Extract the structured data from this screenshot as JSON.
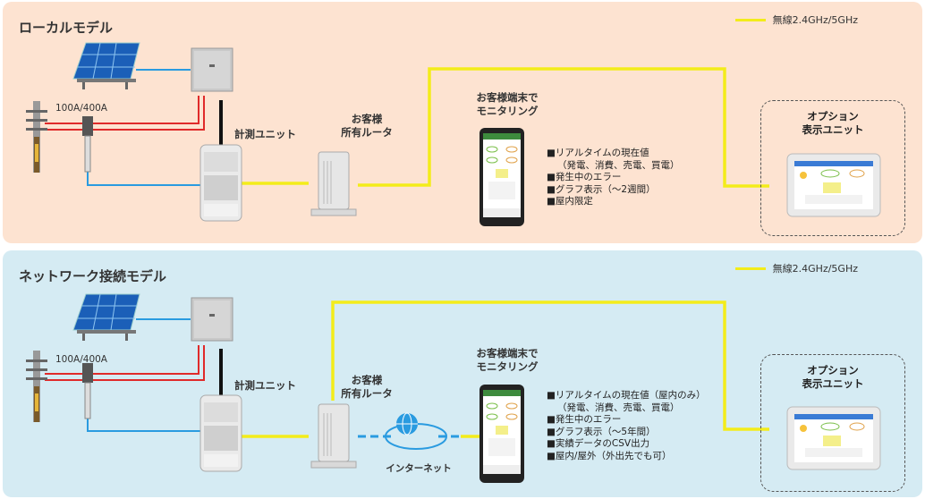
{
  "legend_label": "無線2.4GHz/5GHz",
  "colors": {
    "wireless": "#f3ec1a",
    "wired": "#2a9be0",
    "power": "#e02a2a",
    "signal": "#111111"
  },
  "local_model": {
    "title": "ローカルモデル",
    "breaker_label": "100A/400A",
    "measurement_unit_label": "計測ユニット",
    "router_label_1": "お客様",
    "router_label_2": "所有ルータ",
    "monitoring_label_1": "お客様端末で",
    "monitoring_label_2": "モニタリング",
    "features": [
      "■リアルタイムの現在値",
      "（発電、消費、売電、買電）",
      "■発生中のエラー",
      "■グラフ表示（～2週間）",
      "■屋内限定"
    ],
    "option_label_1": "オプション",
    "option_label_2": "表示ユニット"
  },
  "network_model": {
    "title": "ネットワーク接続モデル",
    "breaker_label": "100A/400A",
    "measurement_unit_label": "計測ユニット",
    "router_label_1": "お客様",
    "router_label_2": "所有ルータ",
    "internet_label": "インターネット",
    "monitoring_label_1": "お客様端末で",
    "monitoring_label_2": "モニタリング",
    "features": [
      "■リアルタイムの現在値（屋内のみ）",
      "（発電、消費、売電、買電）",
      "■発生中のエラー",
      "■グラフ表示（～5年間）",
      "■実績データのCSV出力",
      "■屋内/屋外（外出先でも可）"
    ],
    "option_label_1": "オプション",
    "option_label_2": "表示ユニット"
  }
}
